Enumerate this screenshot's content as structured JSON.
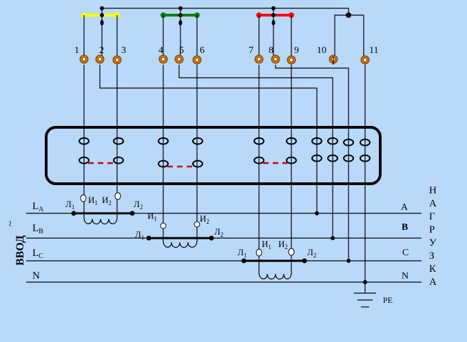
{
  "colors": {
    "background": "#b9d9fb",
    "phase_a_jumper": "#ffff00",
    "phase_b_jumper": "#008000",
    "phase_c_jumper": "#ff0000",
    "terminal": "#d07000",
    "wire": "#000000",
    "link_dash": "#cc0000"
  },
  "terminals": {
    "t1": "1",
    "t2": "2",
    "t3": "3",
    "t4": "4",
    "t5": "5",
    "t6": "6",
    "t7": "7",
    "t8": "8",
    "t9": "9",
    "t10": "10",
    "t11": "11"
  },
  "input_label": "ВВОД",
  "tilde": "~",
  "load_label_letters": [
    "Н",
    "А",
    "Г",
    "Р",
    "У",
    "З",
    "К",
    "А"
  ],
  "lines": {
    "la_main": "L",
    "la_sub": "A",
    "lb_main": "L",
    "lb_sub": "B",
    "lc_main": "L",
    "lc_sub": "C",
    "n": "N"
  },
  "load_phases": {
    "a": "A",
    "b": "B",
    "c": "C",
    "n": "N"
  },
  "ct_marks": {
    "l": "Л",
    "i": "И",
    "n1": "1",
    "n2": "2"
  },
  "pe_label": "PE"
}
